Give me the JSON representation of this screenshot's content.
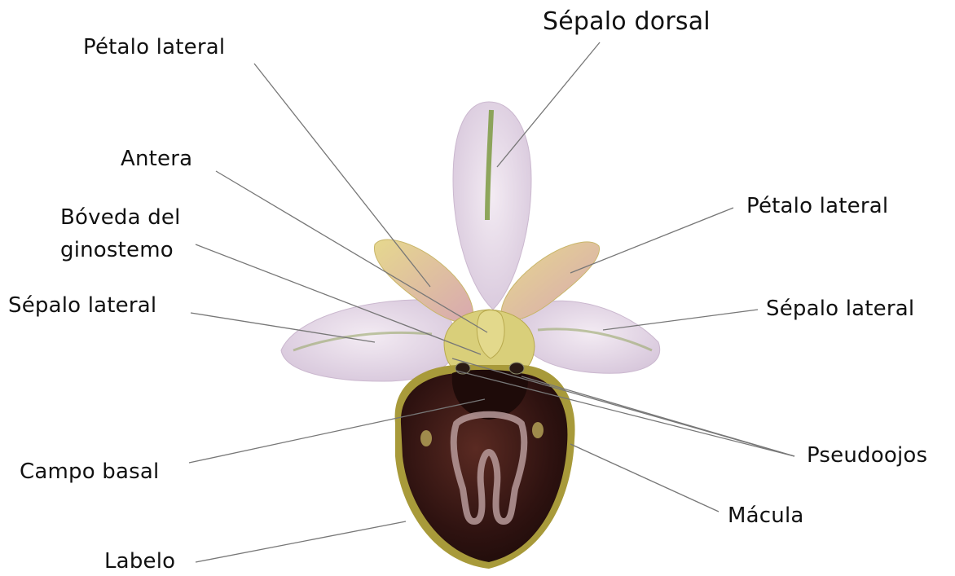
{
  "labels": {
    "sepalo_dorsal": "Sépalo dorsal",
    "petalo_lateral_left": "Pétalo lateral",
    "petalo_lateral_right": "Pétalo lateral",
    "antera": "Antera",
    "boveda_line1": "Bóveda del",
    "boveda_line2": "ginostemo",
    "sepalo_lateral_left": "Sépalo lateral",
    "sepalo_lateral_right": "Sépalo lateral",
    "campo_basal": "Campo basal",
    "pseudoojos": "Pseudoojos",
    "macula": "Mácula",
    "labelo": "Labelo"
  },
  "colors": {
    "leader_line": "#777777",
    "sepal_pink": "#e6d6e8",
    "sepal_green_stripe": "#8a9a58",
    "petal_yellow": "#d9c77a",
    "labellum_brown": "#3a1a16",
    "labellum_rim": "#a89a3a",
    "macula_pale": "#b79a9a"
  }
}
